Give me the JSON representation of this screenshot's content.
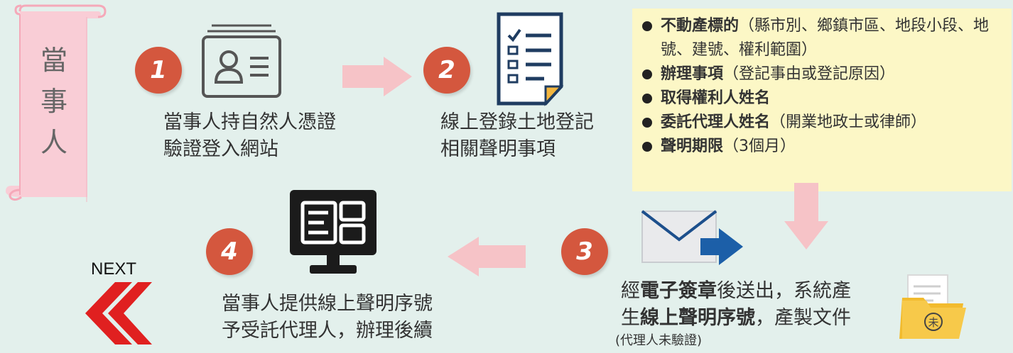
{
  "party": {
    "label": [
      "當",
      "事",
      "人"
    ]
  },
  "steps": {
    "s1": {
      "num": "1",
      "line1": "當事人持自然人憑證",
      "line2": "驗證登入網站"
    },
    "s2": {
      "num": "2",
      "line1": "線上登錄土地登記",
      "line2": "相關聲明事項"
    },
    "s3": {
      "num": "3",
      "line1_a": "經",
      "line1_b": "電子簽章",
      "line1_c": "後送出，系統產",
      "line2_a": "生",
      "line2_b": "線上聲明序號",
      "line2_c": "，產製文件",
      "note": "(代理人未驗證)"
    },
    "s4": {
      "num": "4",
      "line1": "當事人提供線上聲明序號",
      "line2": "予受託代理人，辦理後續"
    }
  },
  "info": {
    "items": [
      {
        "bold": "不動產標的",
        "rest": "（縣市別、鄉鎮市區、地段小段、地號、建號、權利範圍）"
      },
      {
        "bold": "辦理事項",
        "rest": "（登記事由或登記原因）"
      },
      {
        "bold": "取得權利人姓名",
        "rest": ""
      },
      {
        "bold": "委託代理人姓名",
        "rest": "（開業地政士或律師）"
      },
      {
        "bold": "聲明期限",
        "rest": "（3個月）"
      }
    ]
  },
  "next": {
    "label": "NEXT"
  },
  "folder": {
    "stamp": "未"
  },
  "colors": {
    "badge": "#d4573e",
    "arrow": "#f6c3c7",
    "info_bg": "#fcf7c6",
    "scroll": "#f9cdd6",
    "next": "#e02020"
  }
}
